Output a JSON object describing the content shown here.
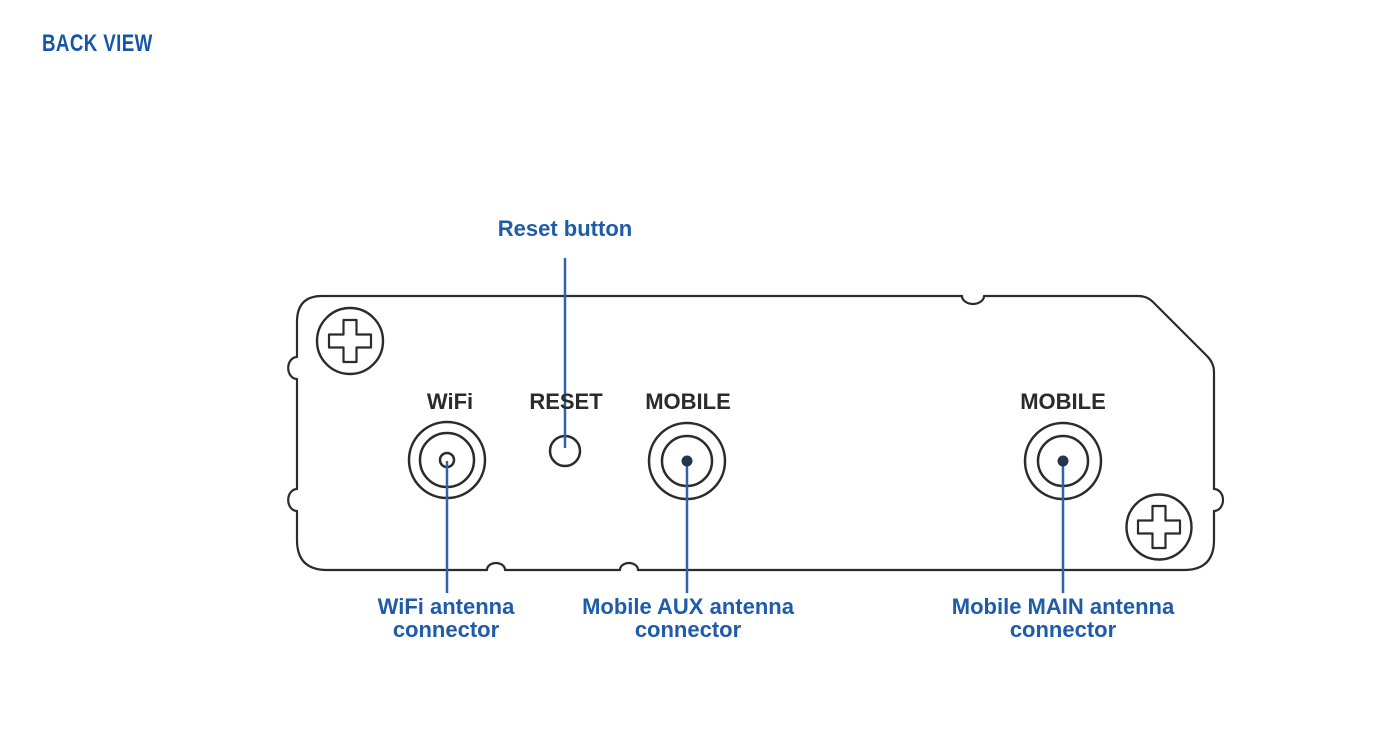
{
  "page": {
    "title": "BACK VIEW"
  },
  "colors": {
    "title_blue": "#1457a8",
    "callout_label_blue": "#1e5ba9",
    "leader_line_blue": "#2f64a8",
    "drawing_outline_dark": "#2b2b2b",
    "background": "#ffffff"
  },
  "diagram": {
    "reset_callout": {
      "label": "Reset button"
    },
    "panel_labels": {
      "wifi": "WiFi",
      "reset": "RESET",
      "mobile_aux": "MOBILE",
      "mobile_main": "MOBILE"
    },
    "bottom_callouts": {
      "wifi": {
        "line1": "WiFi antenna",
        "line2": "connector"
      },
      "mobile_aux": {
        "line1": "Mobile AUX antenna",
        "line2": "connector"
      },
      "mobile_main": {
        "line1": "Mobile MAIN antenna",
        "line2": "connector"
      }
    },
    "icons": {
      "screw_top_left": "phillips-screw-icon",
      "screw_bottom_right": "phillips-screw-icon",
      "wifi_connector": "coax-antenna-connector-icon",
      "reset_hole": "reset-pinhole-icon",
      "mobile_aux_connector": "coax-antenna-connector-icon",
      "mobile_main_connector": "coax-antenna-connector-icon"
    }
  }
}
